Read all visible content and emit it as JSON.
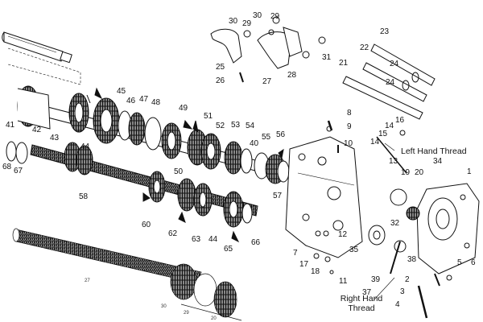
{
  "diagram": {
    "ink_color": "#111111",
    "background_color": "#ffffff",
    "notes": {
      "left_hand_thread": "Left Hand Thread",
      "right_hand_line1": "Right Hand",
      "right_hand_line2": "Thread"
    },
    "part_labels": {
      "p1": "1",
      "p2": "2",
      "p3": "3",
      "p4": "4",
      "p5": "5",
      "p6": "6",
      "p7": "7",
      "p8": "8",
      "p9": "9",
      "p10": "10",
      "p11": "11",
      "p12": "12",
      "p13": "13",
      "p14a": "14",
      "p14b": "14",
      "p15": "15",
      "p16": "16",
      "p17": "17",
      "p18": "18",
      "p19": "19",
      "p20": "20",
      "p21": "21",
      "p22": "22",
      "p23": "23",
      "p24a": "24",
      "p24b": "24",
      "p25": "25",
      "p26": "26",
      "p27": "27",
      "p28": "28",
      "p29a": "29",
      "p29b": "29",
      "p30a": "30",
      "p30b": "30",
      "p31": "31",
      "p32": "32",
      "p34": "34",
      "p35": "35",
      "p37": "37",
      "p38": "38",
      "p39": "39",
      "p40": "40",
      "p41": "41",
      "p42": "42",
      "p43": "43",
      "p44a": "44",
      "p44b": "44",
      "p45": "45",
      "p46": "46",
      "p47": "47",
      "p48": "48",
      "p49": "49",
      "p50": "50",
      "p51": "51",
      "p52": "52",
      "p53": "53",
      "p54": "54",
      "p55": "55",
      "p56": "56",
      "p57": "57",
      "p58": "58",
      "p60": "60",
      "p62": "62",
      "p63": "63",
      "p65": "65",
      "p66": "66",
      "p67": "67",
      "p68": "68"
    },
    "inset_labels": {
      "i27": "27",
      "i30": "30",
      "i29": "29",
      "i20": "20"
    }
  }
}
